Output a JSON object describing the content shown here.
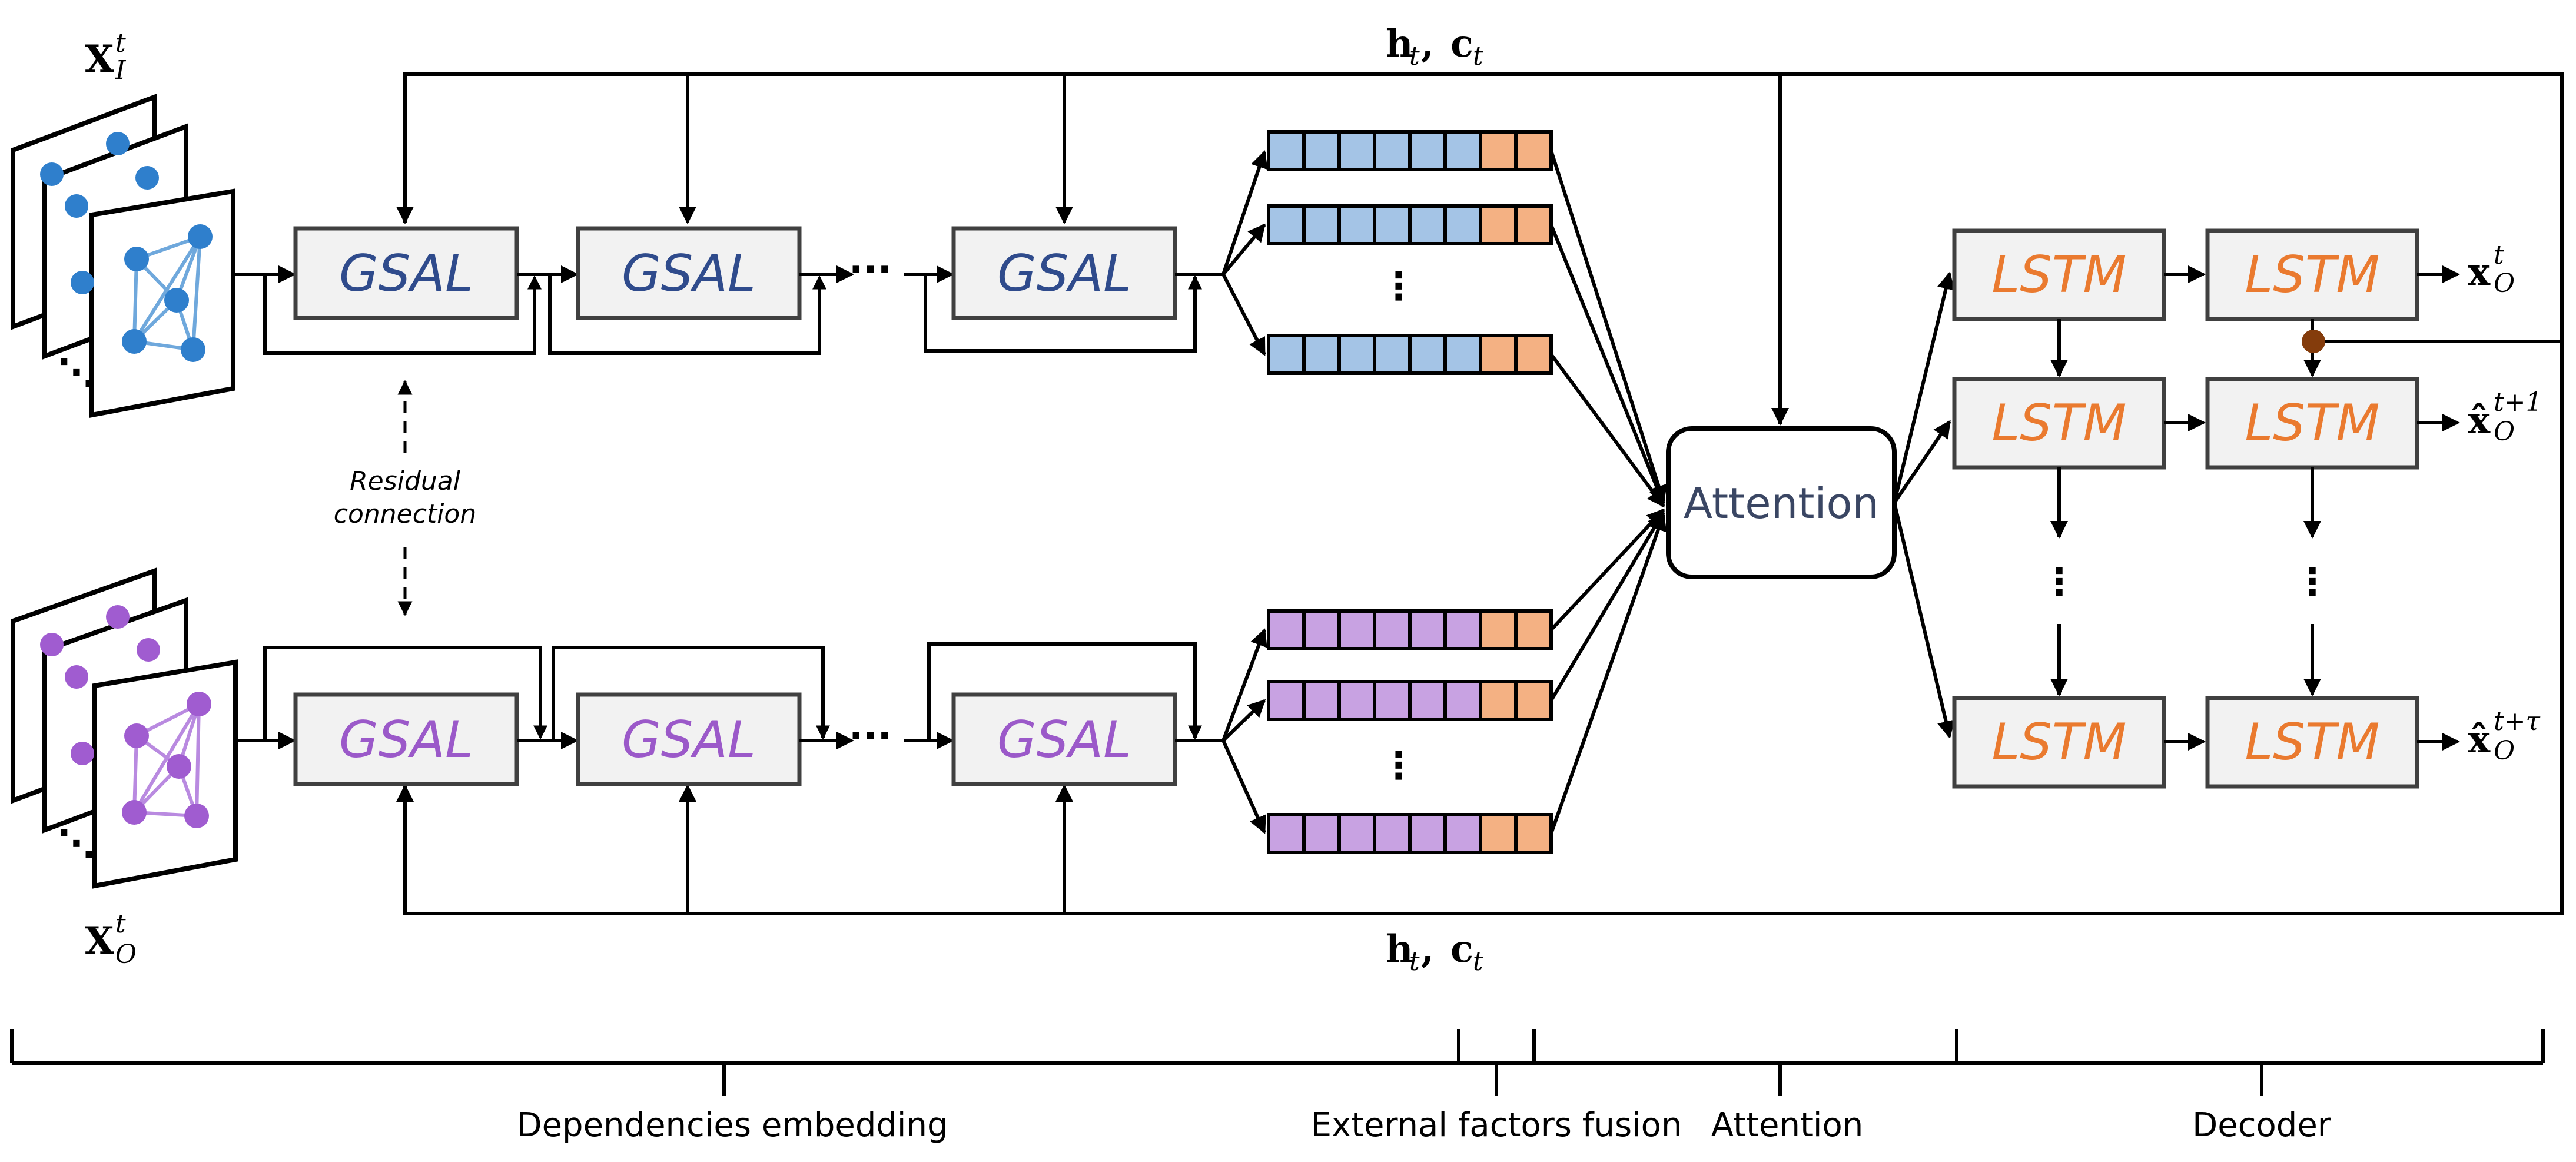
{
  "nodes": {
    "gsal_label": "GSAL",
    "lstm_label": "LSTM",
    "attention_label": "Attention"
  },
  "labels": {
    "input_top_main": "X",
    "input_top_sup": "t",
    "input_top_sub": "I",
    "input_bottom_main": "X",
    "input_bottom_sup": "t",
    "input_bottom_sub": "O",
    "hidden_state_main_h": "h",
    "hidden_state_sub_t": "t",
    "hidden_state_comma": ",",
    "hidden_state_main_c": "c",
    "residual_line1": "Residual",
    "residual_line2": "connection",
    "output_1_main": "x",
    "output_1_sup": "t",
    "output_1_sub": "O",
    "output_2_main": "x̂",
    "output_2_sup": "t+1",
    "output_2_sub": "O",
    "output_3_main": "x̂",
    "output_3_sup": "t+τ",
    "output_3_sub": "O"
  },
  "sections": [
    {
      "label": "Dependencies embedding"
    },
    {
      "label": "External factors fusion"
    },
    {
      "label": "Attention"
    },
    {
      "label": "Decoder"
    }
  ],
  "colors": {
    "top_graph": "#2f7fcc",
    "top_graph_edge": "#6fa8dc",
    "bottom_graph": "#a05cd0",
    "bottom_graph_edge": "#b98ae0",
    "blue_cell": "#a4c4e6",
    "purple_cell": "#c8a2e2",
    "orange_cell": "#f4b183",
    "junction_dot": "#843c0c"
  }
}
